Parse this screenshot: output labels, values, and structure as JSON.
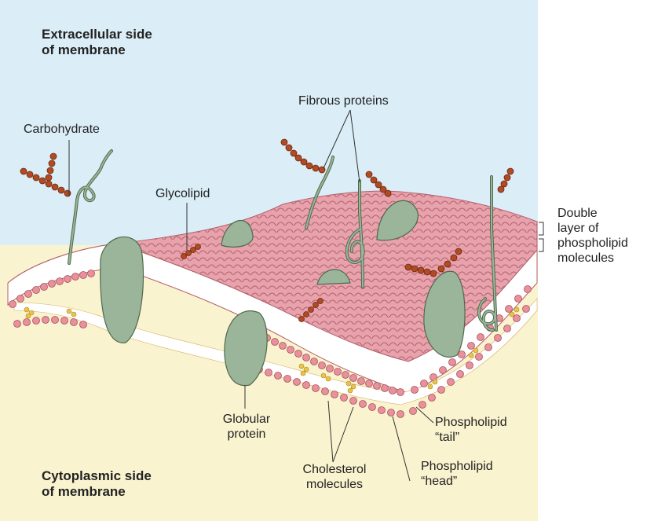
{
  "colors": {
    "extracellular_bg": "#dbeef7",
    "cytoplasmic_bg": "#faf3cf",
    "membrane_surface": "#e7a2ac",
    "phospholipid_head": "#e8909c",
    "protein": "#9bb59a",
    "carbohydrate_chain": "#b24a23",
    "cholesterol": "#e9c44a",
    "fiber": "#6f9565"
  },
  "labels": {
    "extracellular": [
      "Extracellular  side",
      "of membrane"
    ],
    "cytoplasmic": [
      "Cytoplasmic side",
      "of membrane"
    ],
    "carbohydrate": "Carbohydrate",
    "glycolipid": "Glycolipid",
    "fibrous_proteins": "Fibrous proteins",
    "double_layer": [
      "Double",
      "layer of",
      "phospholipid",
      "molecules"
    ],
    "globular_protein": [
      "Globular",
      "protein"
    ],
    "cholesterol": [
      "Cholesterol",
      "molecules"
    ],
    "phospholipid_tail": [
      "Phospholipid",
      "“tail”"
    ],
    "phospholipid_head": [
      "Phospholipid",
      "“head”"
    ]
  }
}
